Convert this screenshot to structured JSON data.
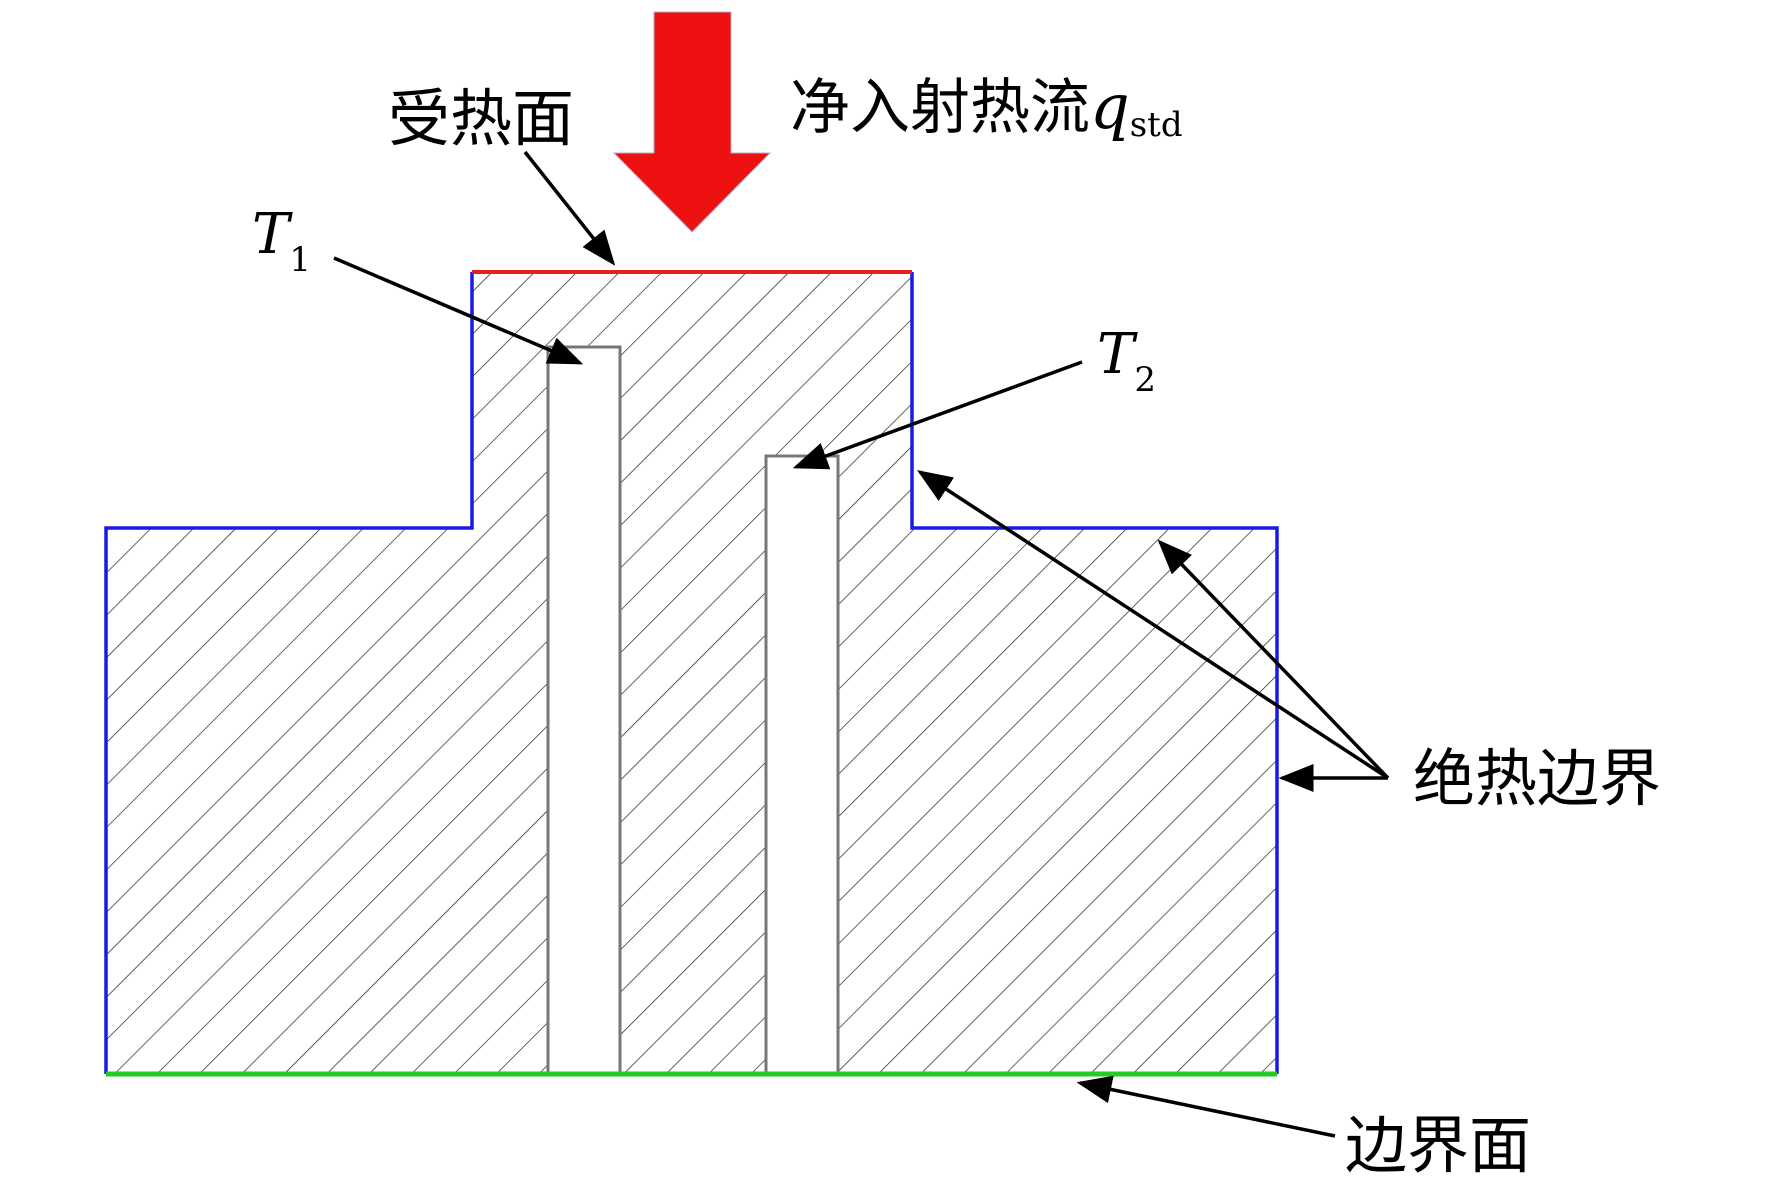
{
  "labels": {
    "heated_surface": "受热面",
    "net_heat_flux": "净入射热流",
    "q_symbol": "q",
    "q_subscript": "std",
    "t1_symbol": "T",
    "t1_subscript": "1",
    "t2_symbol": "T",
    "t2_subscript": "2",
    "adiabatic_boundary": "绝热边界",
    "boundary_surface": "边界面"
  },
  "colors": {
    "heat_arrow": "#ee1111",
    "heated_surface_edge": "#e8201c",
    "adiabatic_edge": "#1a1ae6",
    "boundary_edge": "#22cc22",
    "hole_edge": "#777777",
    "hatch": "#222222"
  }
}
